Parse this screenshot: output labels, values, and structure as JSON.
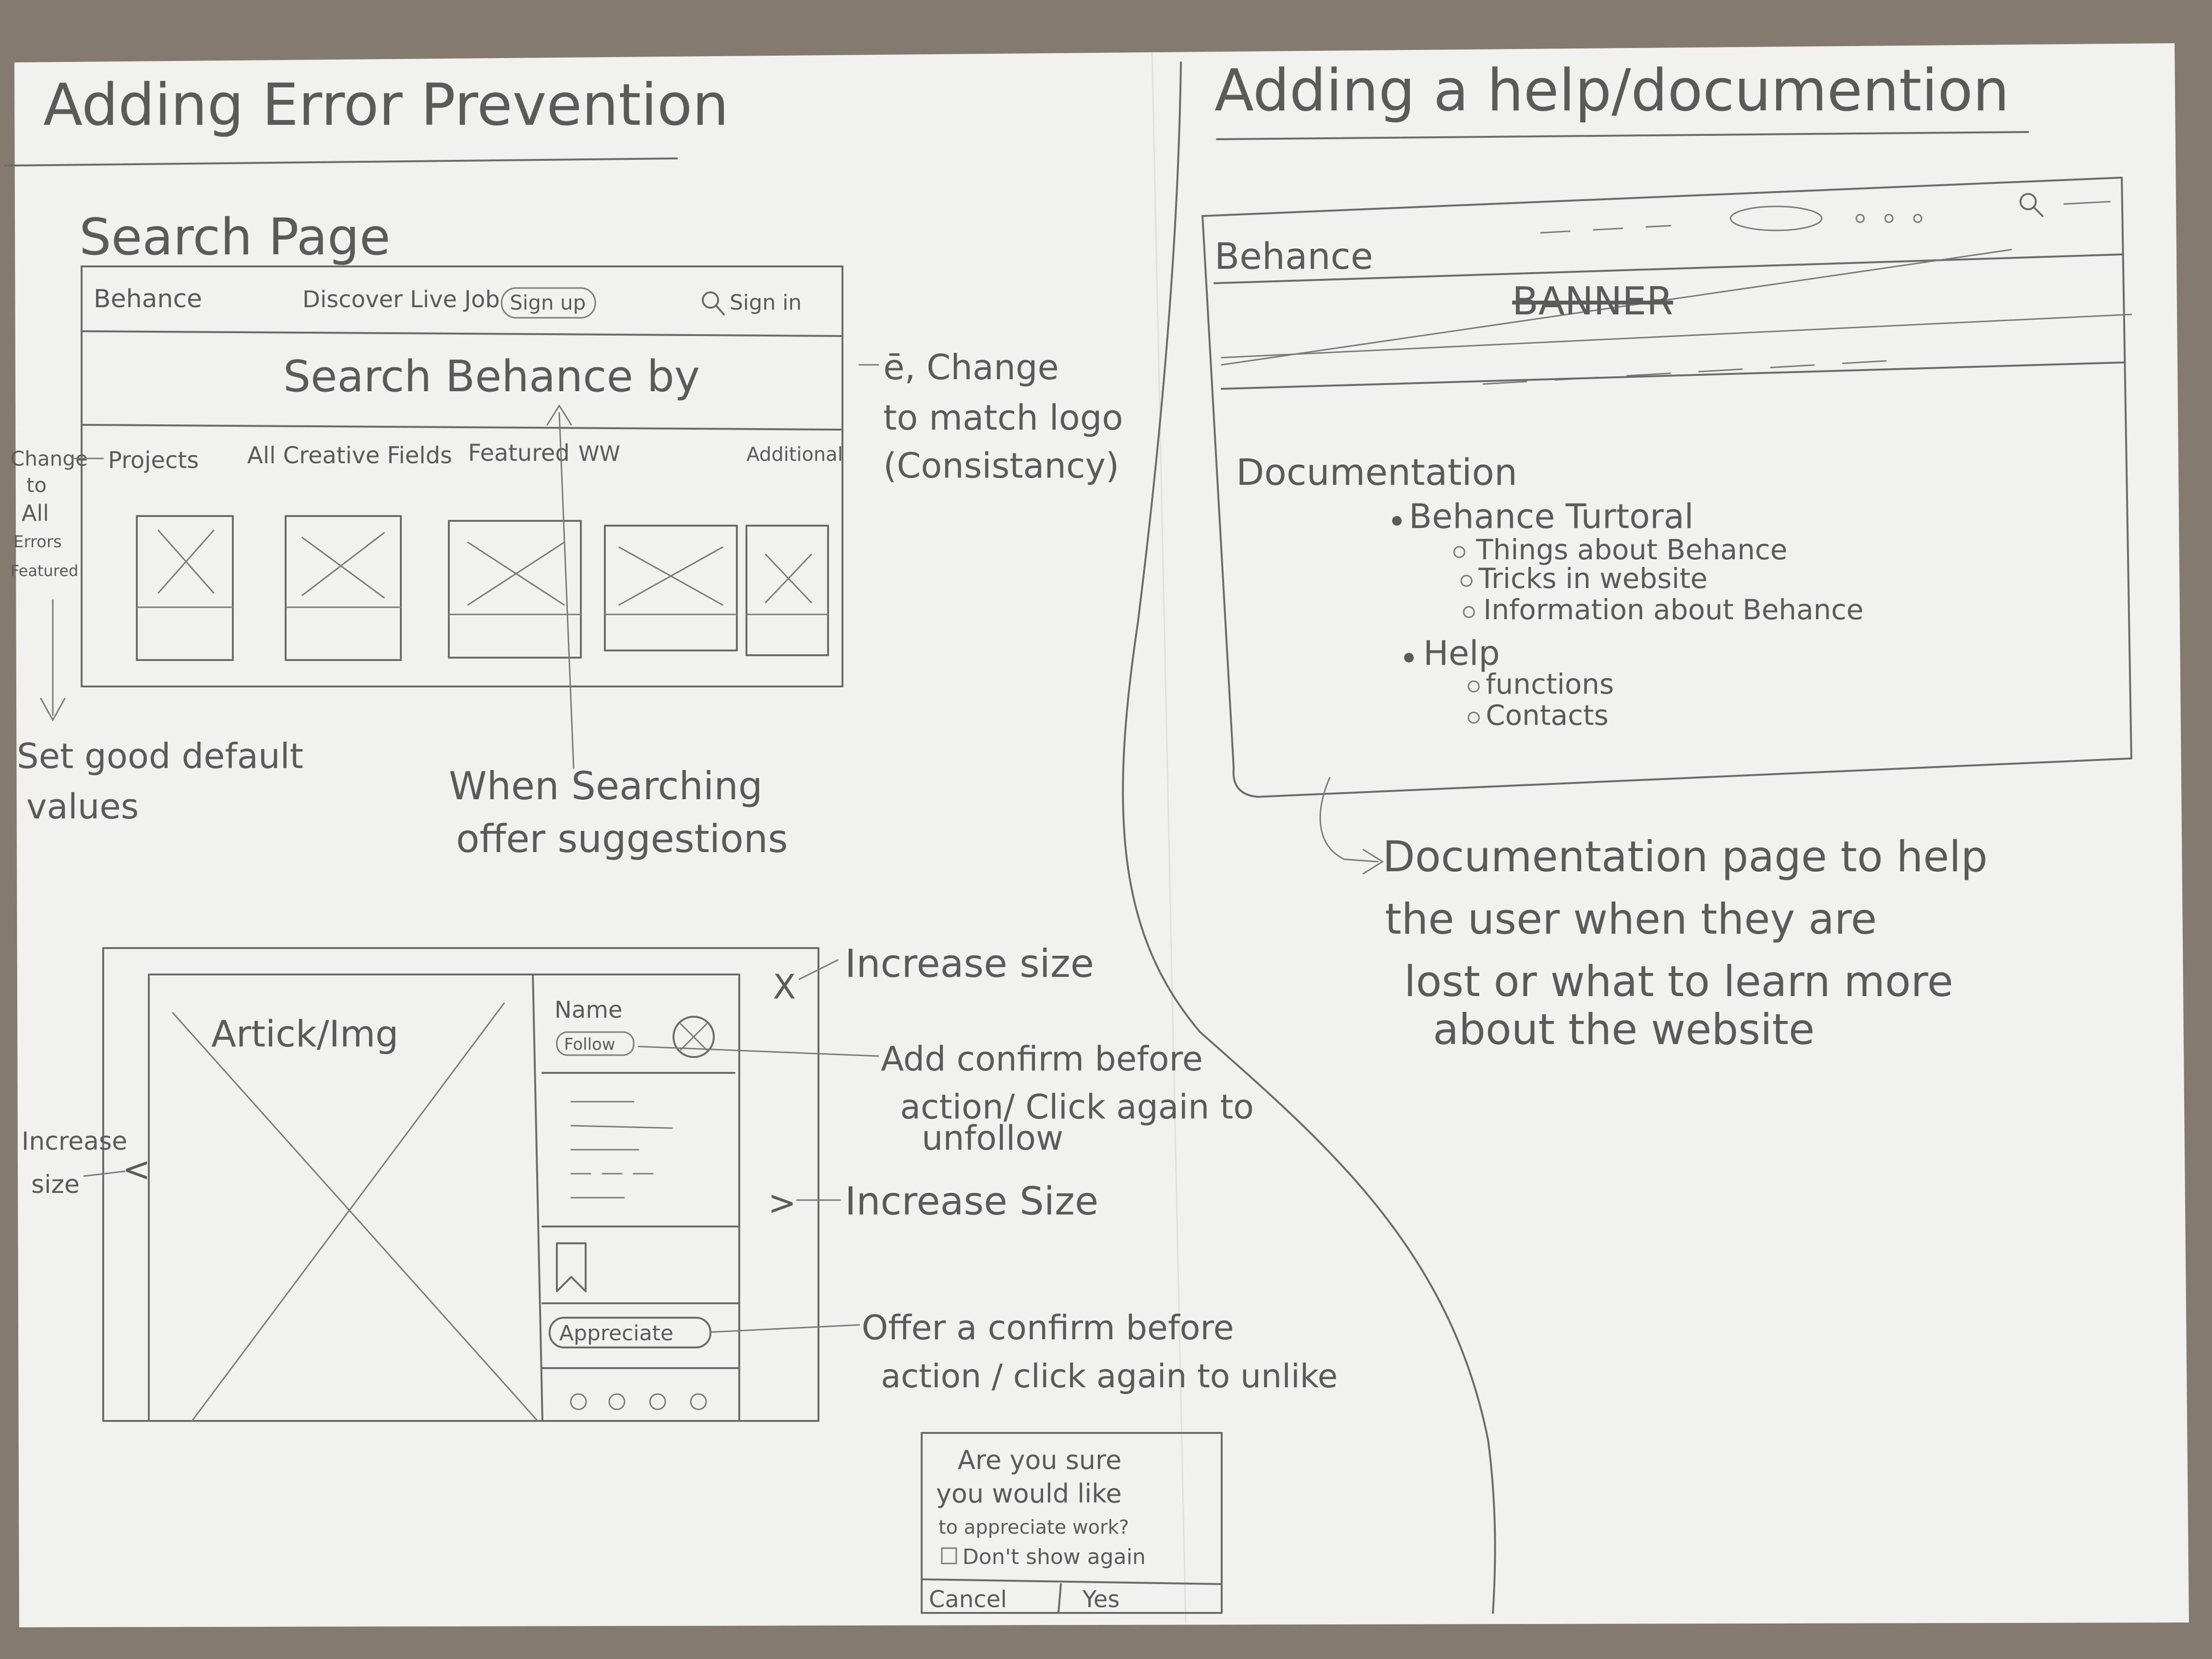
{
  "left": {
    "title": "Adding Error Prevention",
    "search_page": {
      "heading": "Search Page",
      "nav": {
        "logo": "Behance",
        "links": "Discover Live Job",
        "signup": "Sign up",
        "signin": "Sign in"
      },
      "search_prompt": "Search Behance by",
      "filters": [
        "Projects",
        "All Creative Fields",
        "Featured",
        "WW",
        "Additional"
      ],
      "side_note": [
        "Change",
        "to",
        "All",
        "Errors",
        "Featured"
      ]
    },
    "annotations": {
      "change_logo": [
        "ē, Change",
        "to match logo",
        "(Consistancy)"
      ],
      "set_defaults": [
        "Set good default",
        "values"
      ],
      "offer_suggestions": [
        "When Searching",
        "offer suggestions"
      ]
    },
    "project_view": {
      "image_label": "Artick/Img",
      "name_label": "Name",
      "follow_label": "Follow",
      "appreciate_label": "Appreciate",
      "close_mark": "X",
      "prev_mark": "<",
      "next_mark": ">",
      "increase_size_left": [
        "Increase",
        "size"
      ]
    },
    "project_annotations": {
      "increase_size_close": "Increase size",
      "confirm_follow": [
        "Add confirm before",
        "action/ Click again to",
        "unfollow"
      ],
      "increase_size_next": "Increase Size",
      "confirm_like": [
        "Offer a confirm before",
        "action / click again to unlike"
      ]
    },
    "dialog": {
      "message": [
        "Are you sure",
        "you would like",
        "to appreciate work?"
      ],
      "checkbox_label": "Don't show again",
      "cancel": "Cancel",
      "yes": "Yes"
    }
  },
  "right": {
    "title": "Adding a help/documention",
    "browser": {
      "logo": "Behance",
      "banner": "BANNER",
      "doc_heading": "Documentation",
      "sections": [
        {
          "title": "Behance Turtoral",
          "items": [
            "Things about Behance",
            "Tricks in website",
            "Information about Behance"
          ]
        },
        {
          "title": "Help",
          "items": [
            "functions",
            "Contacts"
          ]
        }
      ]
    },
    "note": [
      "Documentation page to help",
      "the user when they are",
      "lost or what to learn more",
      "about the website"
    ]
  }
}
